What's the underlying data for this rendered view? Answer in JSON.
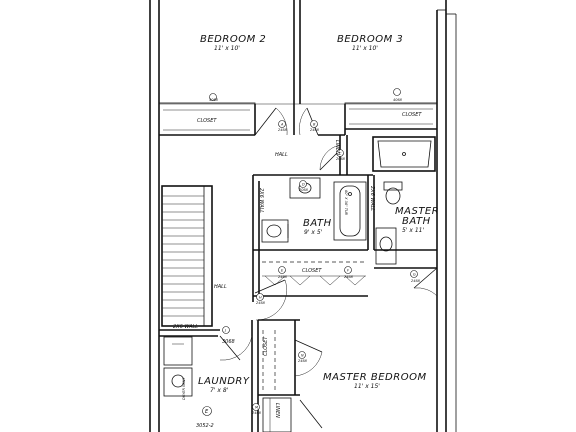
{
  "rooms": {
    "bedroom2": {
      "name": "BEDROOM 2",
      "size": "11' x 10'"
    },
    "bedroom3": {
      "name": "BEDROOM 3",
      "size": "11' x 10'"
    },
    "bath": {
      "name": "BATH",
      "size": "9' x 5'"
    },
    "master_bath": {
      "name_line1": "MASTER",
      "name_line2": "BATH",
      "size": "5' x 11'"
    },
    "laundry": {
      "name": "LAUNDRY",
      "size": "7' x 8'"
    },
    "master_bedroom": {
      "name": "MASTER BEDROOM",
      "size": "11' x 15'"
    }
  },
  "labels": {
    "closet": "CLOSET",
    "hall": "HALL",
    "linen": "LINEN",
    "wall_2x6": "2X6 WALL",
    "door_3068": "3068",
    "door_2468": "2468",
    "door_2068": "2068",
    "door_4068": "4068",
    "window_3052_2": "3052-2",
    "dryer_vent": "DRYER VENT",
    "tub_label": "60\" X 36\" TUB"
  },
  "tags": {
    "a": "A",
    "b": "B",
    "c": "C",
    "d": "D",
    "e": "E",
    "f": "F",
    "g": "G",
    "h": "H",
    "j": "J",
    "n": "N",
    "m": "M"
  }
}
